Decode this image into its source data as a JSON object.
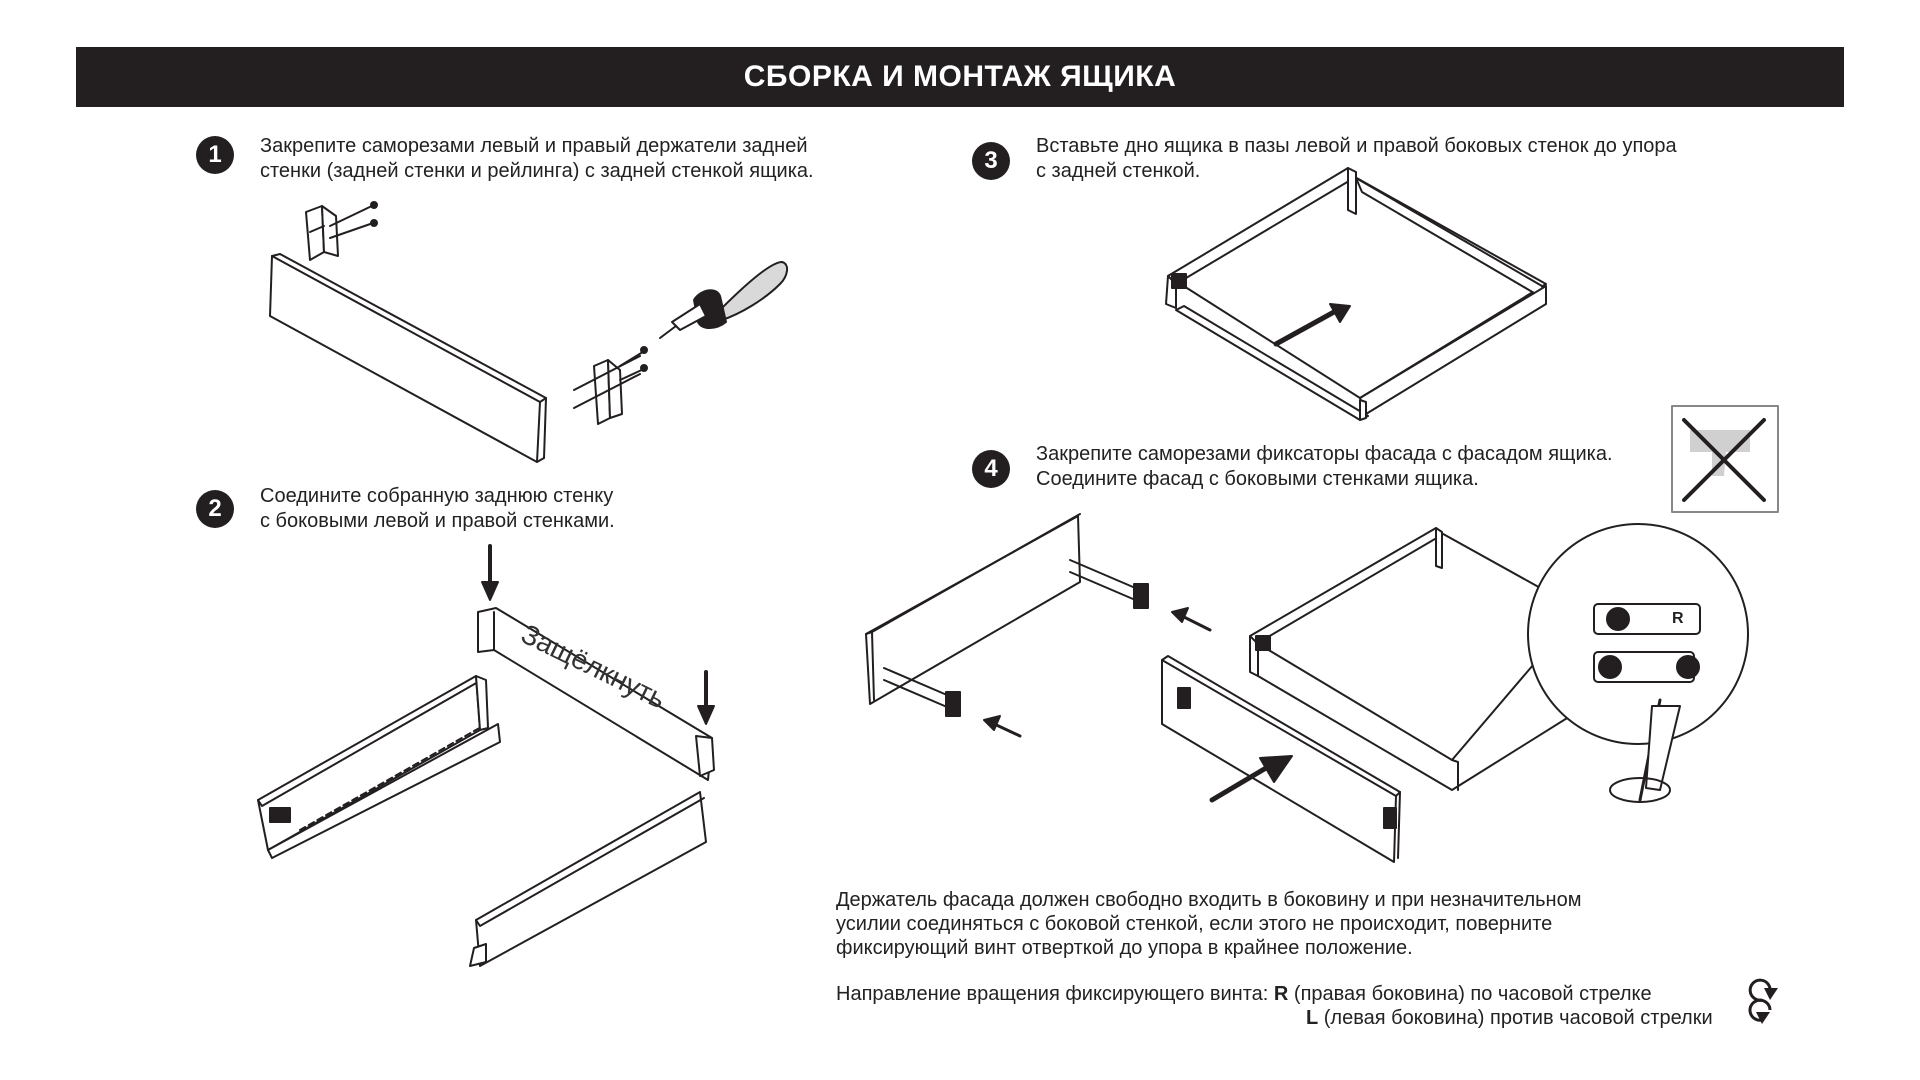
{
  "title": "СБОРКА И МОНТАЖ ЯЩИКА",
  "steps": [
    {
      "number": "1",
      "lines": [
        "Закрепите саморезами левый и правый держатели задней",
        "стенки (задней стенки и рейлинга) с задней стенкой ящика."
      ]
    },
    {
      "number": "2",
      "lines": [
        "Соедините собранную заднюю стенку",
        "с боковыми левой и правой стенками."
      ]
    },
    {
      "number": "3",
      "lines": [
        "Вставьте дно ящика в пазы левой и правой  боковых стенок до упора",
        "с задней стенкой."
      ]
    },
    {
      "number": "4",
      "lines": [
        "Закрепите саморезами фиксаторы фасада с фасадом ящика.",
        "Соедините фасад с боковыми стенками ящика."
      ]
    }
  ],
  "snap_label": "Защёлкнуть",
  "detail_label": "R",
  "note_lines": [
    "Держатель фасада должен свободно входить в боковину и при  незначительном",
    " усилии соединяться с боковой стенкой, если этого  не происходит, поверните",
    "фиксирующий винт отверткой до упора  в крайнее положение."
  ],
  "rotation": {
    "prefix": "Направление вращения фиксирующего винта:",
    "r_letter": "R",
    "r_text": " (правая боковина) по часовой стрелке",
    "l_letter": "L",
    "l_text": " (левая боковина) против часовой стрелки"
  },
  "icons": [
    "clockwise-arrow-icon",
    "counterclockwise-arrow-icon",
    "no-drill-icon",
    "screwdriver-icon",
    "down-arrow-icon"
  ]
}
